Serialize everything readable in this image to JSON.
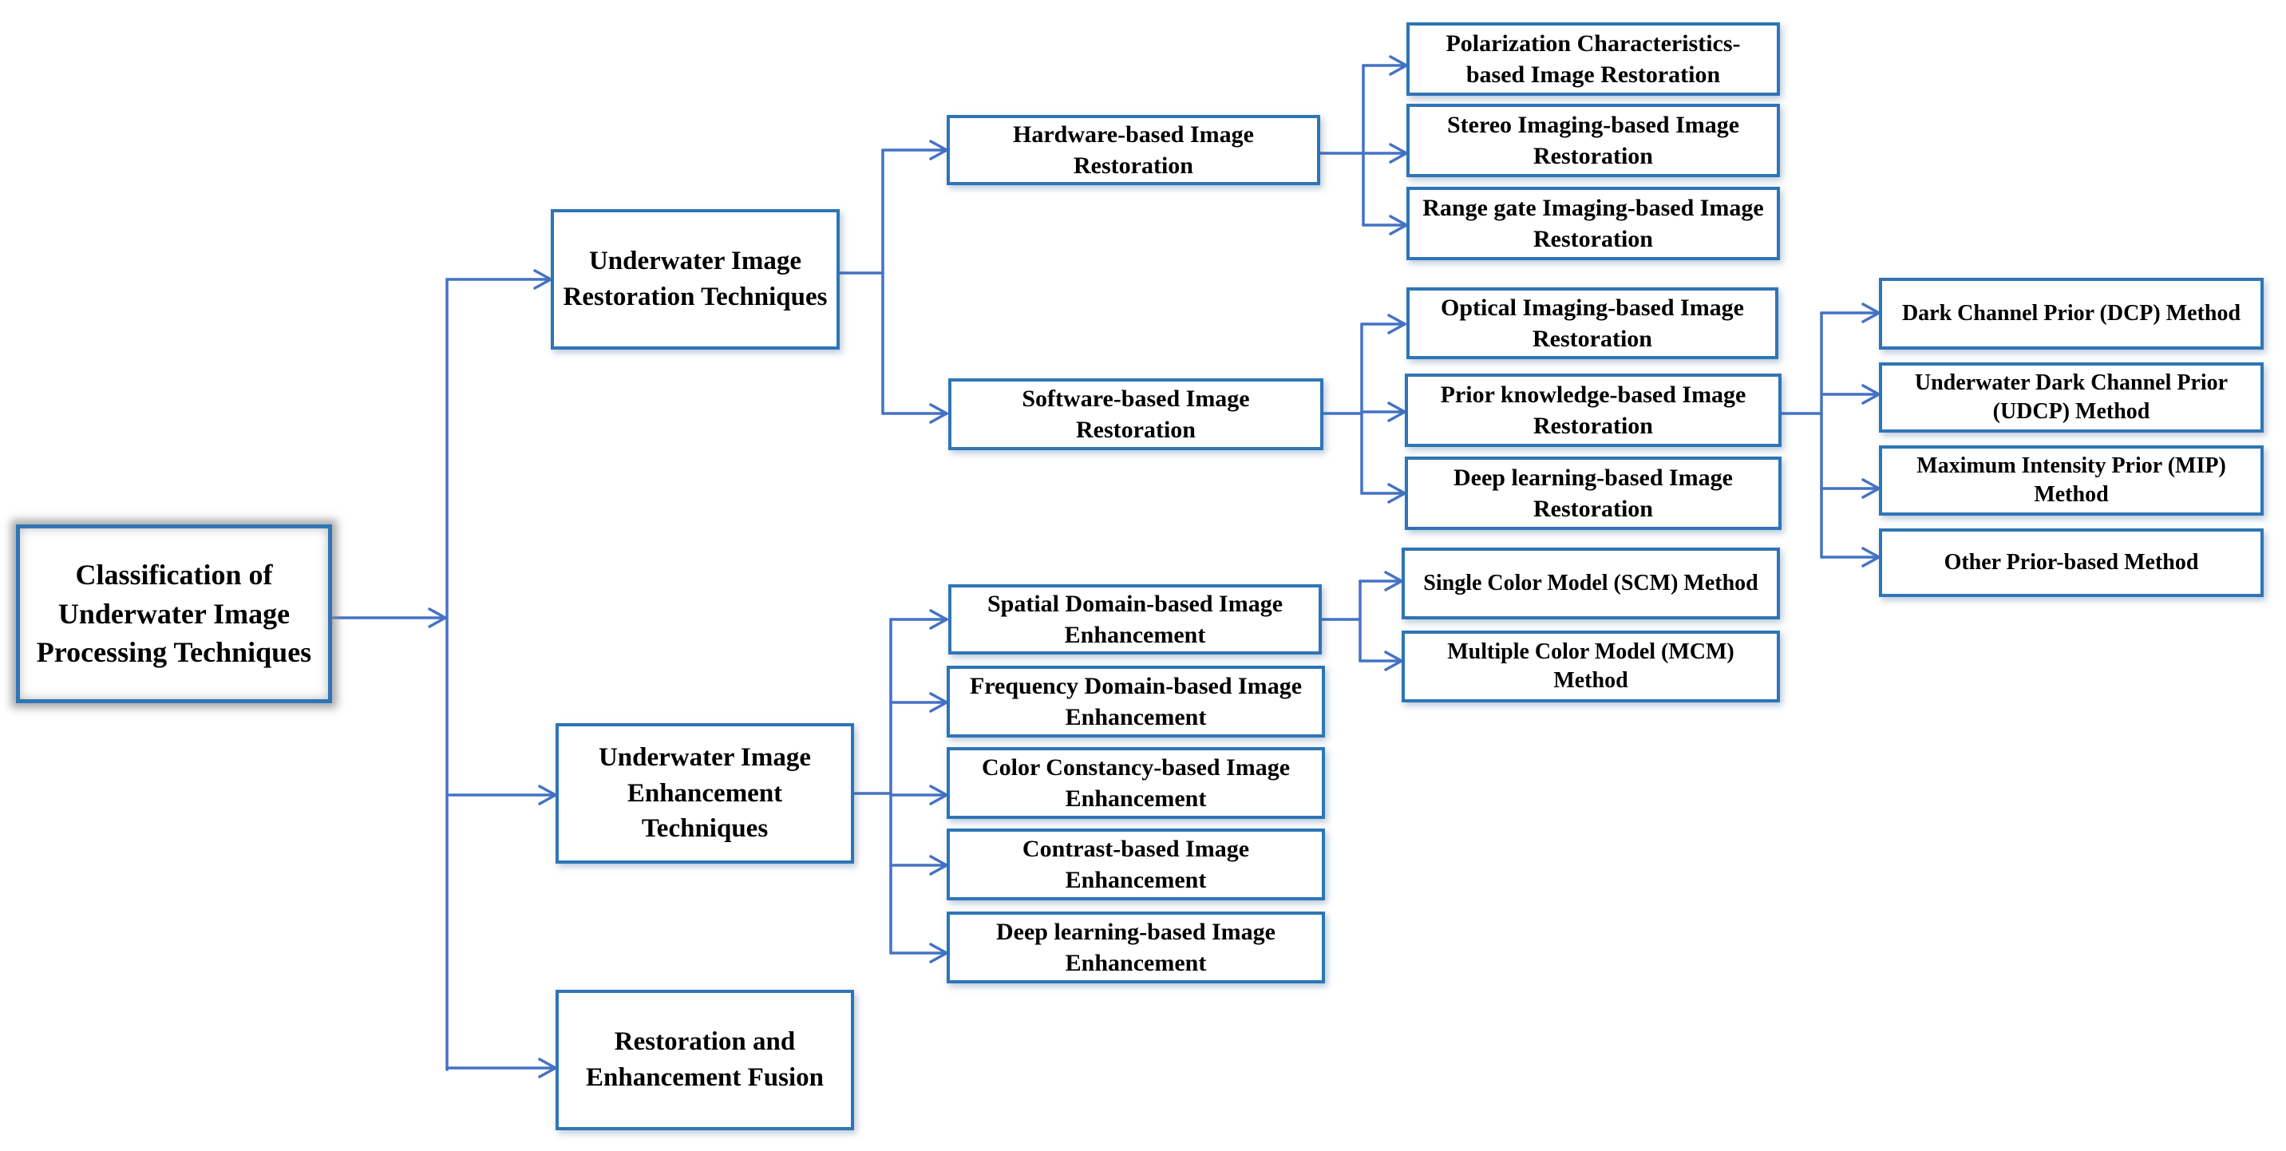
{
  "diagram": {
    "line_color": "#4472c4",
    "border_color": "#2e75b6",
    "root": "Classification of Underwater Image Processing Techniques",
    "restoration": {
      "label": "Underwater Image Restoration Techniques",
      "hardware": {
        "label": "Hardware-based Image Restoration",
        "children": [
          "Polarization Characteristics-based Image Restoration",
          "Stereo Imaging-based Image Restoration",
          "Range gate Imaging-based Image Restoration"
        ]
      },
      "software": {
        "label": "Software-based Image Restoration",
        "children": [
          "Optical Imaging-based Image Restoration",
          "Prior knowledge-based Image Restoration",
          "Deep learning-based Image Restoration"
        ],
        "prior_methods": [
          "Dark Channel Prior (DCP) Method",
          "Underwater Dark Channel Prior (UDCP) Method",
          "Maximum Intensity Prior (MIP) Method",
          "Other Prior-based Method"
        ]
      }
    },
    "enhancement": {
      "label": "Underwater Image Enhancement Techniques",
      "children": [
        "Spatial Domain-based Image Enhancement",
        "Frequency Domain-based Image Enhancement",
        "Color Constancy-based Image Enhancement",
        "Contrast-based Image Enhancement",
        "Deep learning-based Image Enhancement"
      ],
      "spatial_methods": [
        "Single Color Model (SCM) Method",
        "Multiple Color Model (MCM) Method"
      ]
    },
    "fusion": "Restoration and Enhancement Fusion"
  }
}
